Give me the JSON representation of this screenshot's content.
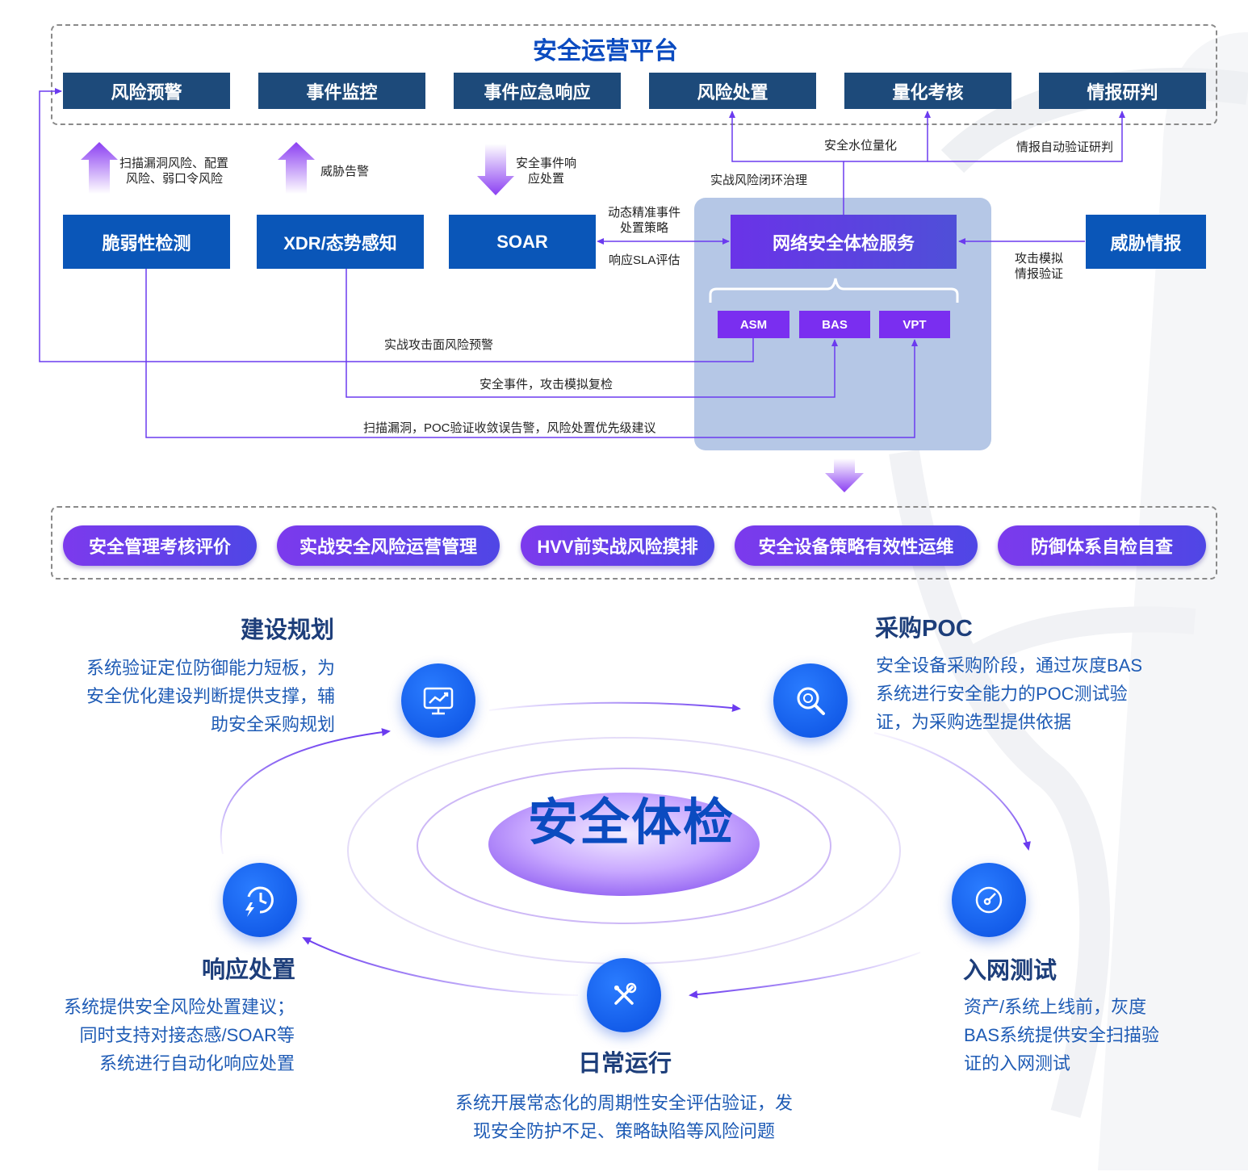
{
  "platform": {
    "title": "安全运营平台",
    "modules": [
      "风险预警",
      "事件监控",
      "事件应急响应",
      "风险处置",
      "量化考核",
      "情报研判"
    ]
  },
  "middle": {
    "boxes": {
      "vuln": "脆弱性检测",
      "xdr": "XDR/态势感知",
      "soar": "SOAR",
      "core": "网络安全体检服务",
      "threat": "威胁情报"
    },
    "sub_tools": [
      "ASM",
      "BAS",
      "VPT"
    ],
    "labels": {
      "vuln_up_1": "扫描漏洞风险、配置",
      "vuln_up_2": "风险、弱口令风险",
      "xdr_up": "威胁告警",
      "soar_down_1": "安全事件响",
      "soar_down_2": "应处置",
      "soar_core_top_1": "动态精准事件",
      "soar_core_top_2": "处置策略",
      "soar_core_bottom": "响应SLA评估",
      "water_level": "安全水位量化",
      "intel_verify": "情报自动验证研判",
      "closed_loop": "实战风险闭环治理",
      "threat_1": "攻击模拟",
      "threat_2": "情报验证",
      "asm_line": "实战攻击面风险预警",
      "bas_line": "安全事件，攻击模拟复检",
      "vpt_line": "扫描漏洞，POC验证收敛误告警，风险处置优先级建议"
    }
  },
  "scenarios": [
    "安全管理考核评价",
    "实战安全风险运营管理",
    "HVV前实战风险摸排",
    "安全设备策略有效性运维",
    "防御体系自检自查"
  ],
  "cycle": {
    "center": "安全体检",
    "stages": {
      "build": {
        "title": "建设规划",
        "lines": [
          "系统验证定位防御能力短板，为",
          "安全优化建设判断提供支撑，辅",
          "助安全采购规划"
        ]
      },
      "poc": {
        "title": "采购POC",
        "lines": [
          "安全设备采购阶段，通过灰度BAS",
          "系统进行安全能力的POC测试验",
          "证，为采购选型提供依据"
        ]
      },
      "network": {
        "title": "入网测试",
        "lines": [
          "资产/系统上线前，灰度",
          "BAS系统提供安全扫描验",
          "证的入网测试"
        ]
      },
      "daily": {
        "title": "日常运行",
        "lines": [
          "系统开展常态化的周期性安全评估验证，发",
          "现安全防护不足、策略缺陷等风险问题"
        ]
      },
      "response": {
        "title": "响应处置",
        "lines": [
          "系统提供安全风险处置建议；",
          "同时支持对接态感/SOAR等",
          "系统进行自动化响应处置"
        ]
      }
    }
  },
  "icons": {
    "build": "chart-monitor-icon",
    "poc": "magnifier-icon",
    "network": "compass-icon",
    "daily": "tools-icon",
    "response": "clock-lightning-icon"
  },
  "colors": {
    "navy": "#1d4a7a",
    "blue": "#0a56b8",
    "purple": "#7a2ef0",
    "line_purple": "#6b3bef",
    "title_blue": "#0b4bc0"
  }
}
